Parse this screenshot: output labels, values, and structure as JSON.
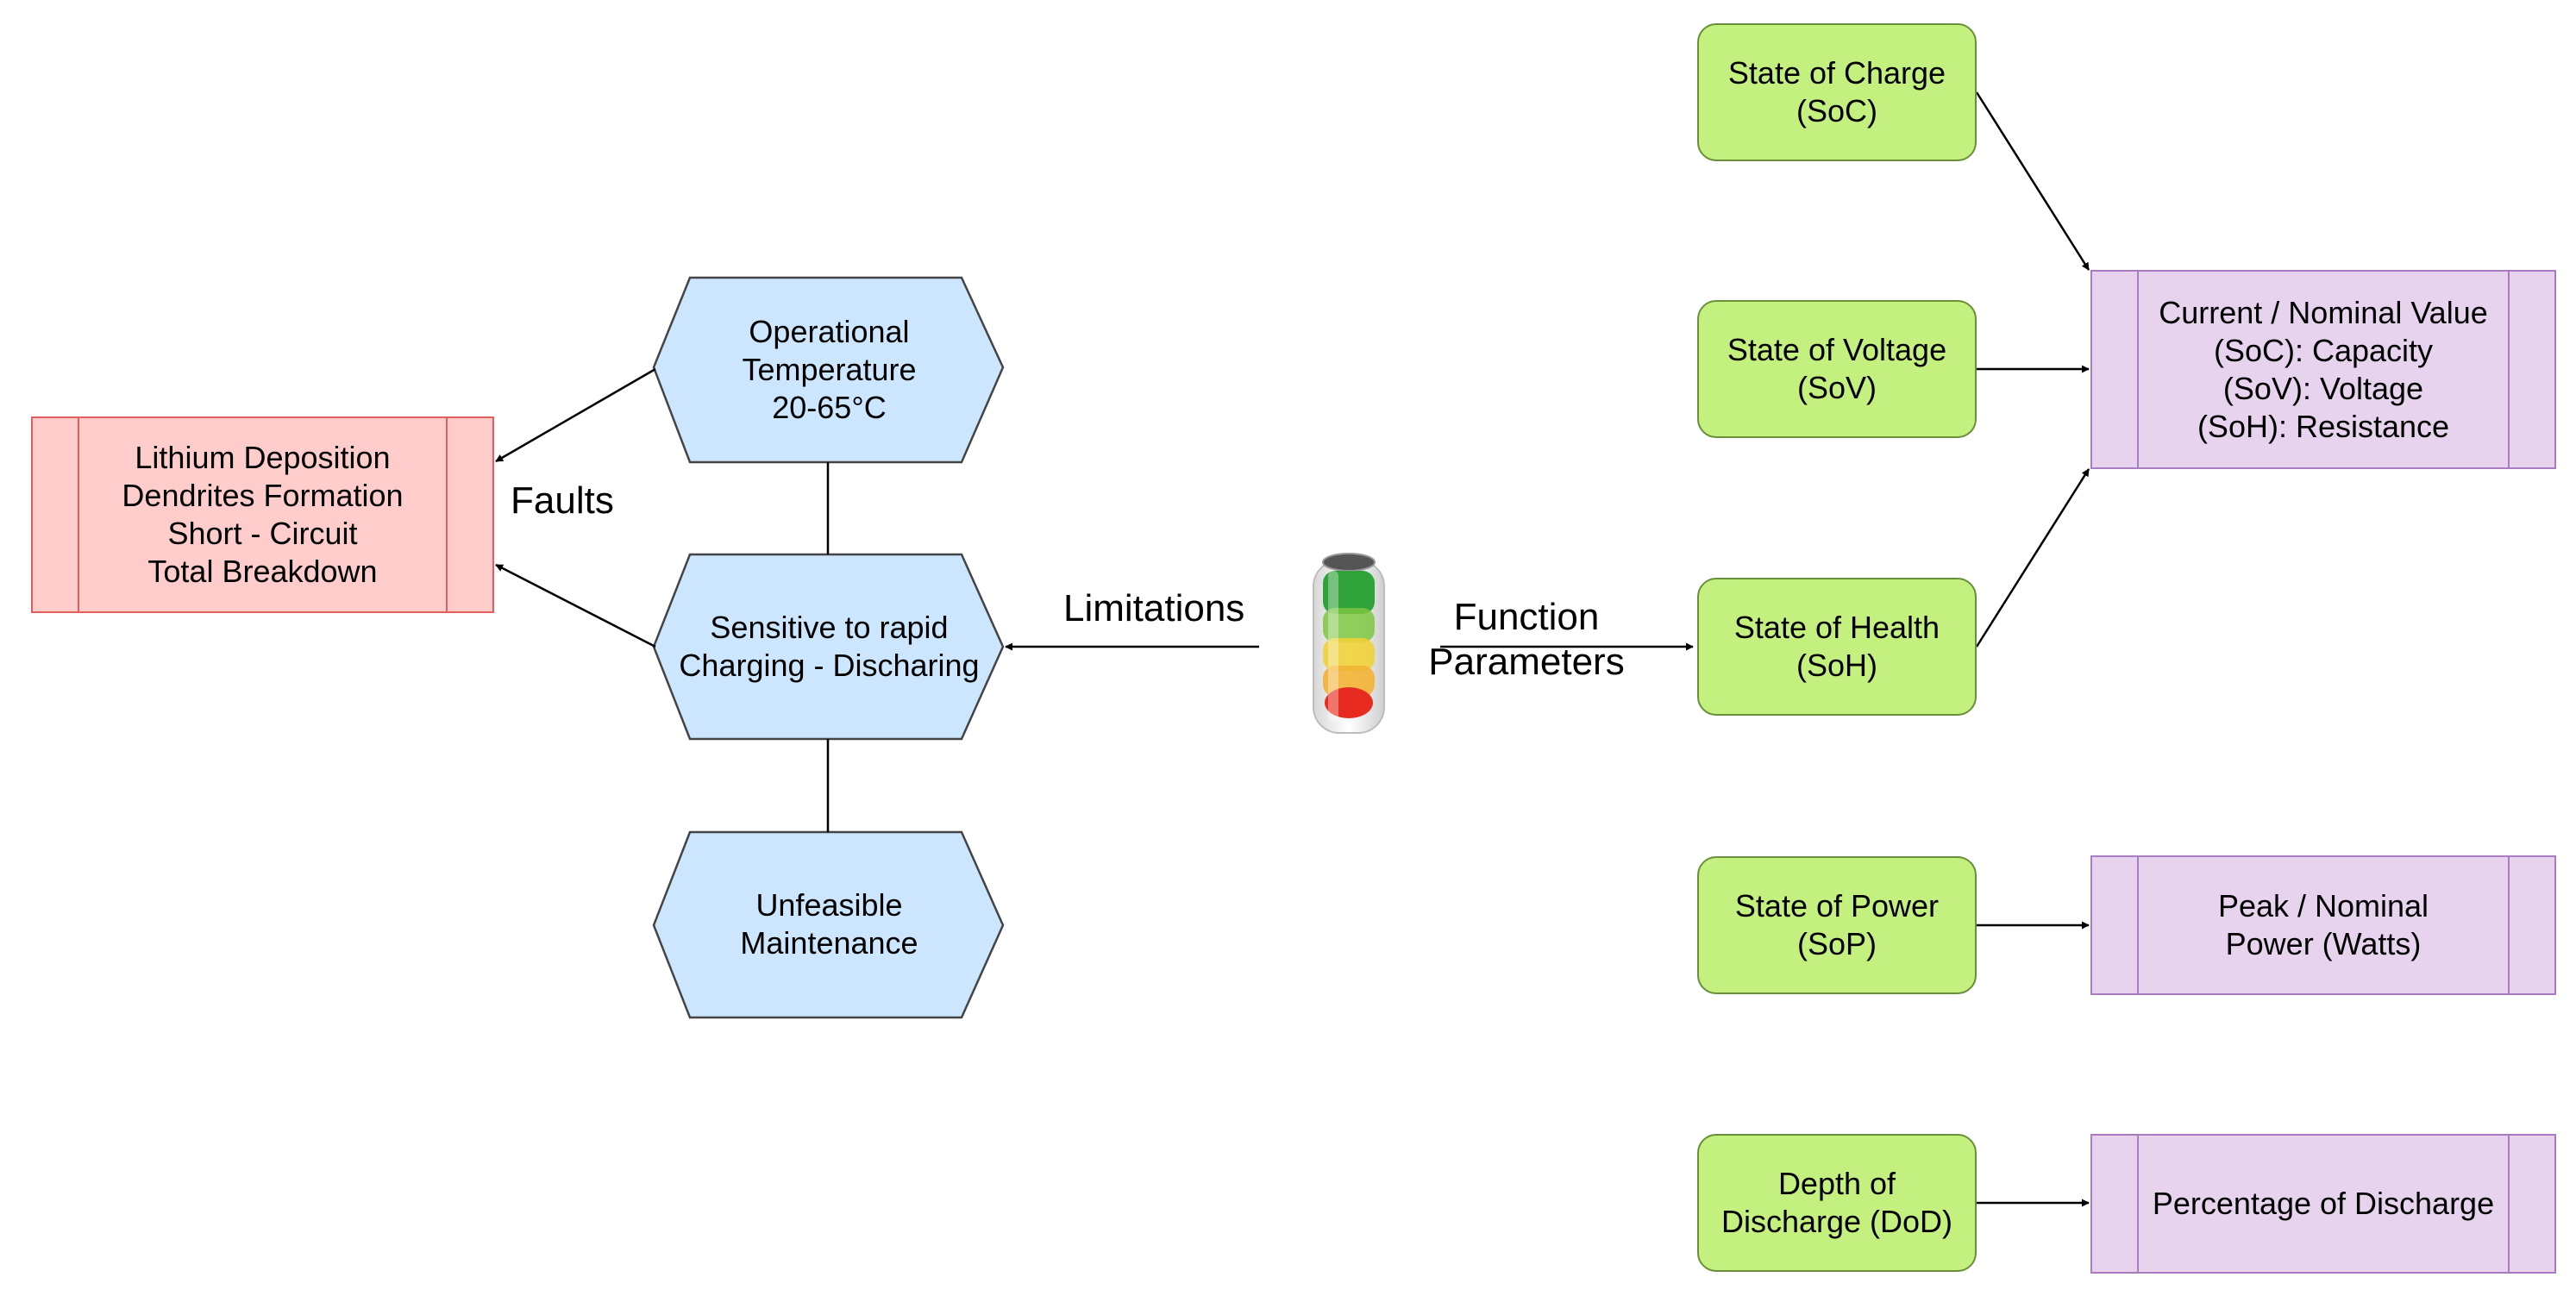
{
  "battery": {
    "icon": "battery-icon"
  },
  "edges": {
    "limitations": "Limitations",
    "function_parameters": "Function\nParameters",
    "faults": "Faults"
  },
  "limitations": [
    {
      "id": "temperature",
      "text": "Operational\nTemperature\n20-65°C"
    },
    {
      "id": "charging",
      "text": "Sensitive to rapid\nCharging - Discharing"
    },
    {
      "id": "maintenance",
      "text": "Unfeasible\nMaintenance"
    }
  ],
  "faults_box": {
    "text": "Lithium Deposition\nDendrites Formation\nShort - Circuit\nTotal Breakdown"
  },
  "parameters": [
    {
      "id": "soc",
      "text": "State of Charge\n(SoC)"
    },
    {
      "id": "sov",
      "text": "State of Voltage\n(SoV)"
    },
    {
      "id": "soh",
      "text": "State of Health\n(SoH)"
    },
    {
      "id": "sop",
      "text": "State of Power\n(SoP)"
    },
    {
      "id": "dod",
      "text": "Depth of\nDischarge (DoD)"
    }
  ],
  "outputs": {
    "nominal": "Current / Nominal Value\n(SoC): Capacity\n(SoV): Voltage\n(SoH): Resistance",
    "power": "Peak / Nominal\nPower (Watts)",
    "discharge": "Percentage of Discharge"
  },
  "colors": {
    "param_fill": "#c3f07f",
    "output_fill": "#e7d3ee",
    "limitation_fill": "#cce6ff",
    "fault_fill": "#ffcccc"
  }
}
